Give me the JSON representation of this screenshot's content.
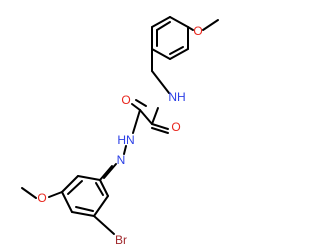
{
  "molecule": {
    "colors": {
      "bond": "#000000",
      "carbon": "#000000",
      "oxygen": "#e8261d",
      "nitrogen": "#2b3fe6",
      "bromine": "#a0282c",
      "background": "#ffffff"
    },
    "labels": {
      "o_top_methoxy": "O",
      "o_carbonyl_1": "O",
      "nh_amide": "NH",
      "o_carbonyl_2": "O",
      "hn_hydrazide": "HN",
      "n_imine": "N",
      "o_methoxy_left": "O",
      "br": "Br"
    }
  }
}
